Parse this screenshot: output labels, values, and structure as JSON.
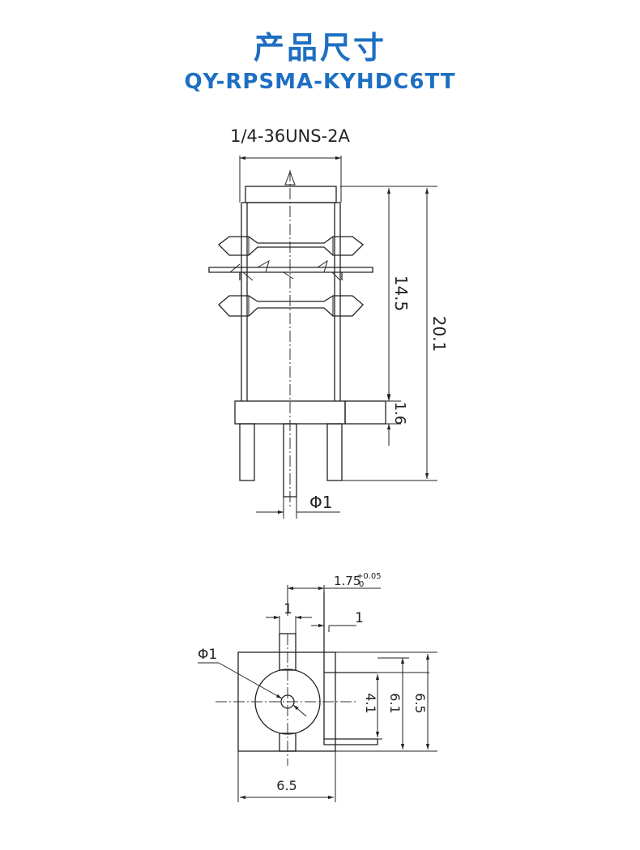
{
  "header": {
    "title": "产品尺寸",
    "model": "QY-RPSMA-KYHDC6TT"
  },
  "drawing_front": {
    "thread_label": "1/4-36UNS-2A",
    "dim_thread_length": "14.5",
    "dim_total_height": "20.1",
    "dim_flange": "1.6",
    "dim_pin_diameter": "Φ1"
  },
  "drawing_bottom": {
    "dim_pin_offset": "1.75",
    "dim_tol_upper": "+0.05",
    "dim_tol_lower": "0",
    "dim_pin_width_top": "1",
    "dim_slot_width": "1",
    "dim_center_hole": "Φ1",
    "dim_slot_spacing": "4.1",
    "dim_inner": "6.1",
    "dim_height": "6.5",
    "dim_width": "6.5"
  },
  "colors": {
    "title": "#1e6fc2",
    "line": "#222222"
  }
}
